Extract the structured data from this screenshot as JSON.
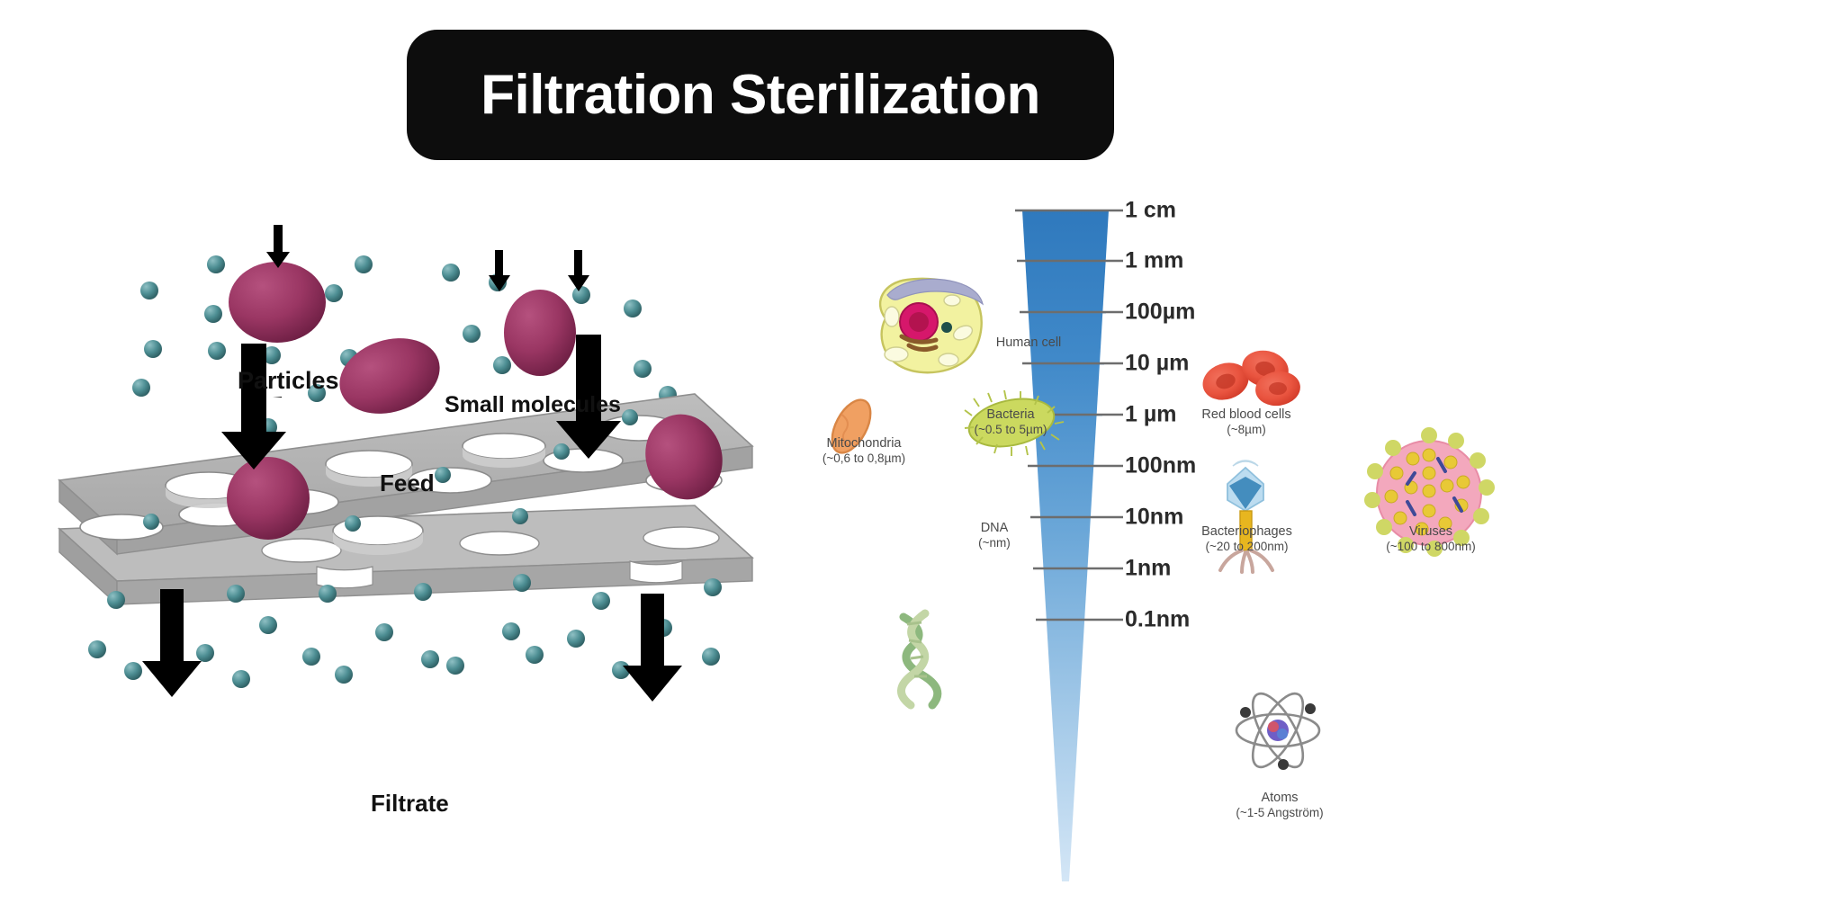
{
  "title": {
    "text": "Filtration Sterilization",
    "banner_color": "#0d0d0d",
    "text_color": "#ffffff"
  },
  "membrane_diagram": {
    "labels": {
      "particles": "Particles",
      "small_molecules": "Small molecules",
      "feed": "Feed",
      "filtrate": "Filtrate"
    },
    "colors": {
      "particle": "#8e2d5a",
      "particle_highlight": "#b5517e",
      "molecule": "#4d8e93",
      "membrane": "#b3b3b3",
      "membrane_edge": "#8c8c8c",
      "arrow": "#000000"
    }
  },
  "size_scale": {
    "ticks": [
      {
        "label": "1 cm"
      },
      {
        "label": "1 mm"
      },
      {
        "label": "100µm"
      },
      {
        "label": "10 µm"
      },
      {
        "label": "1 µm"
      },
      {
        "label": "100nm"
      },
      {
        "label": "10nm"
      },
      {
        "label": "1nm"
      },
      {
        "label": "0.1nm"
      }
    ],
    "left_items": [
      {
        "name": "Human cell",
        "size": ""
      },
      {
        "name": "Mitochondria",
        "size": "(~0,6 to 0,8µm)"
      },
      {
        "name": "Bacteria",
        "size": "(~0.5 to 5µm)"
      },
      {
        "name": "DNA",
        "size": "(~nm)"
      }
    ],
    "right_items": [
      {
        "name": "Red blood cells",
        "size": "(~8µm)"
      },
      {
        "name": "Bacteriophages",
        "size": "(~20 to 200nm)"
      },
      {
        "name": "Viruses",
        "size": "(~100 to 800nm)"
      },
      {
        "name": "Atoms",
        "size": "(~1-5 Angström)"
      }
    ],
    "colors": {
      "wedge_top": "#2e78bd",
      "wedge_bottom": "#cfe2f3",
      "tick_line": "#6d6d6d",
      "label_text": "#2b2b2b"
    }
  },
  "chart_data": {
    "type": "scale-diagram",
    "title": "Filtration Sterilization",
    "axis_type": "logarithmic size scale (vertical)",
    "axis_ticks": [
      "1 cm",
      "1 mm",
      "100µm",
      "10 µm",
      "1 µm",
      "100nm",
      "10nm",
      "1nm",
      "0.1nm"
    ],
    "axis_values_m": [
      0.01,
      0.001,
      0.0001,
      1e-05,
      1e-06,
      1e-07,
      1e-08,
      1e-09,
      1e-10
    ],
    "annotations": [
      {
        "name": "Human cell",
        "size": "",
        "side": "left"
      },
      {
        "name": "Mitochondria",
        "size": "~0,6 to 0,8µm",
        "side": "left"
      },
      {
        "name": "Bacteria",
        "size": "~0.5 to 5µm",
        "side": "left"
      },
      {
        "name": "DNA",
        "size": "~nm",
        "side": "left"
      },
      {
        "name": "Red blood cells",
        "size": "~8µm",
        "side": "right"
      },
      {
        "name": "Bacteriophages",
        "size": "~20 to 200nm",
        "side": "right"
      },
      {
        "name": "Viruses",
        "size": "~100 to 800nm",
        "side": "right"
      },
      {
        "name": "Atoms",
        "size": "~1-5 Angström",
        "side": "right"
      }
    ]
  }
}
